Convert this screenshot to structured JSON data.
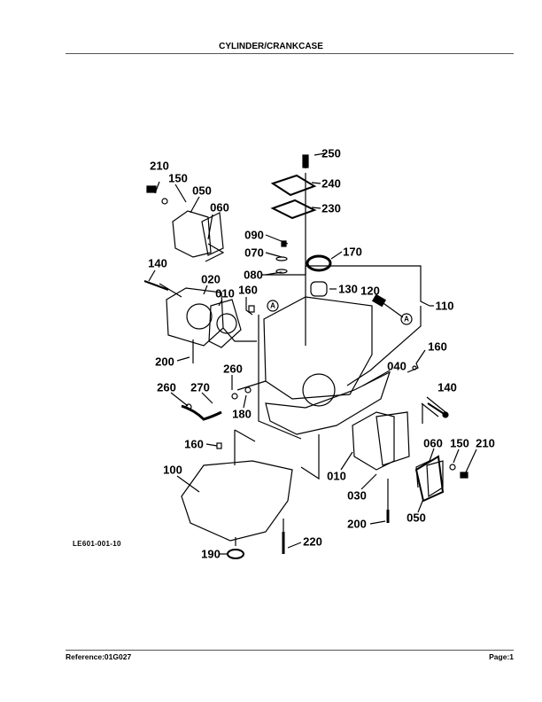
{
  "header": {
    "title": "CYLINDER/CRANKCASE"
  },
  "footer": {
    "reference": "Reference:01G027",
    "page": "Page:1"
  },
  "diagram": {
    "code": "LE601-001-10",
    "callouts": [
      "250",
      "210",
      "150",
      "240",
      "050",
      "060",
      "230",
      "090",
      "070",
      "170",
      "080",
      "020",
      "140",
      "010",
      "160",
      "130",
      "120",
      "110",
      "A",
      "A",
      "200",
      "160",
      "260",
      "040",
      "260",
      "270",
      "140",
      "180",
      "160",
      "060",
      "150",
      "210",
      "100",
      "010",
      "030",
      "200",
      "050",
      "220",
      "190"
    ]
  }
}
